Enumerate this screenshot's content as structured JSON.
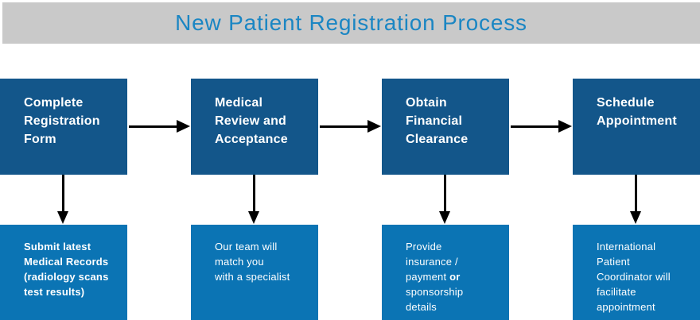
{
  "header": {
    "title": "New Patient Registration Process"
  },
  "colors": {
    "header_band": "#c9c9c9",
    "title_text": "#1b86c3",
    "step_box": "#13568a",
    "detail_box": "#0b74b4",
    "arrow": "#000000",
    "box_text": "#ffffff"
  },
  "steps": [
    {
      "title": "Complete\nRegistration\nForm",
      "detail_parts": [
        {
          "t": "Submit latest\nMedical Records\n(radiology scans\ntest results)",
          "b": true
        }
      ]
    },
    {
      "title": "Medical\nReview and\nAcceptance",
      "detail_parts": [
        {
          "t": "Our team will\nmatch you\nwith a specialist"
        }
      ]
    },
    {
      "title": "Obtain\nFinancial\nClearance",
      "detail_parts": [
        {
          "t": "Provide\ninsurance /\npayment "
        },
        {
          "t": "or",
          "b": true
        },
        {
          "t": "\nsponsorship\ndetails"
        }
      ]
    },
    {
      "title": "Schedule\nAppointment",
      "detail_parts": [
        {
          "t": "International\nPatient\nCoordinator will\nfacilitate\nappointment"
        }
      ]
    }
  ]
}
